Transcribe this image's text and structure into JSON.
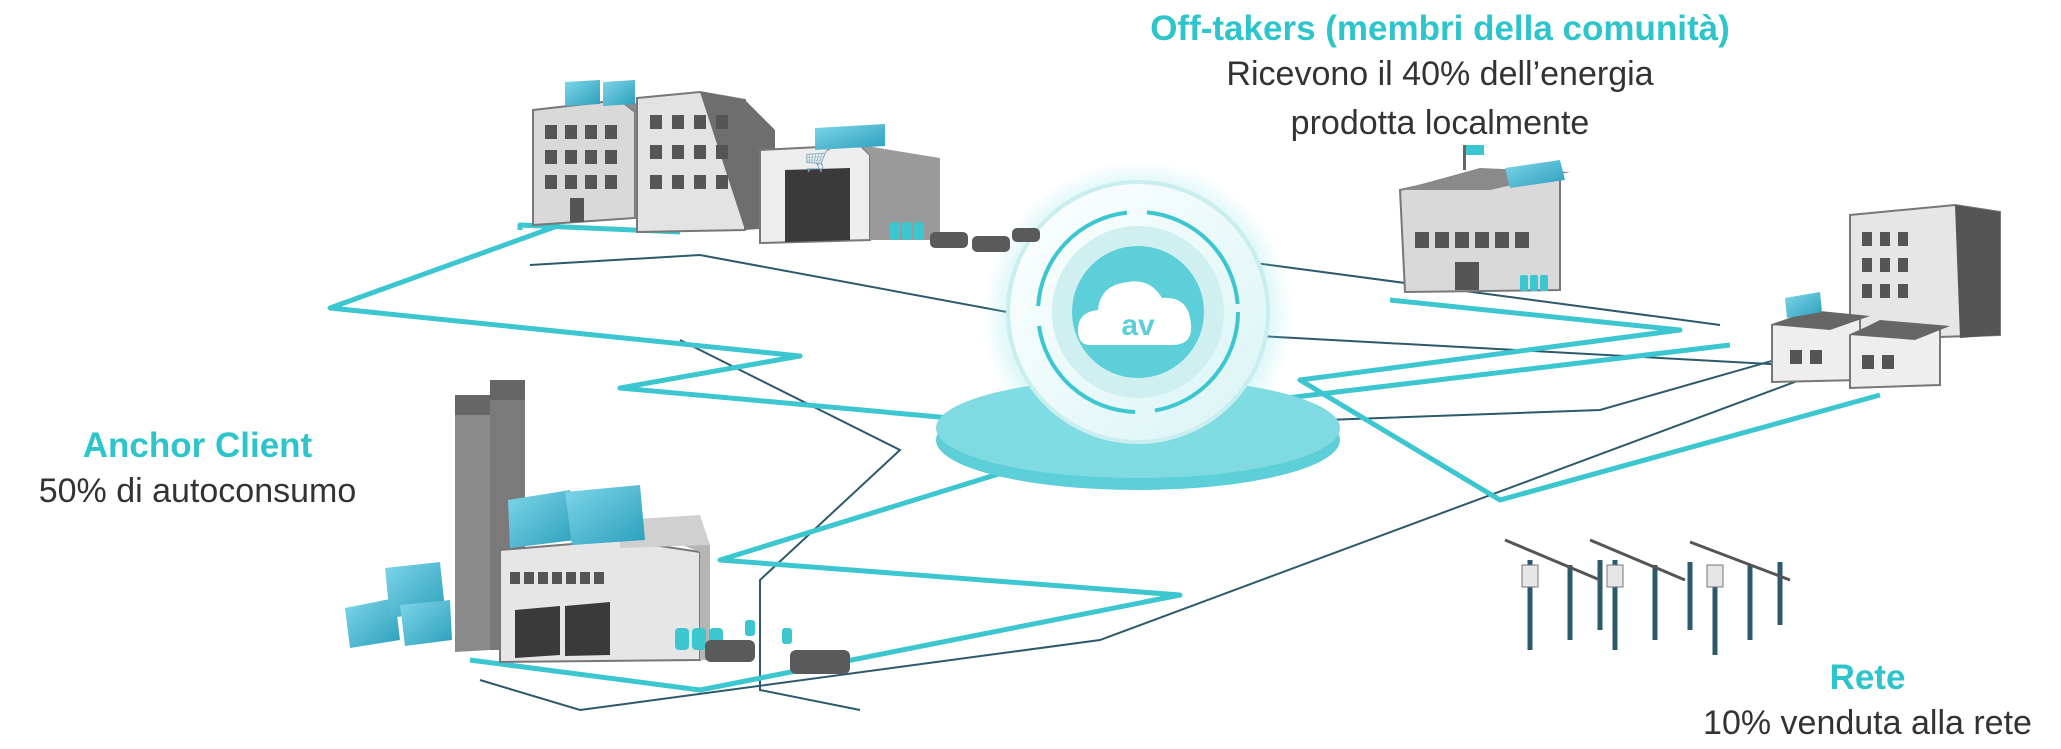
{
  "labels": {
    "offtakers": {
      "title": "Off-takers (membri della comunità)",
      "line1": "Ricevono il 40% dell’energia",
      "line2": "prodotta localmente"
    },
    "anchor": {
      "title": "Anchor Client",
      "line1": "50% di autoconsumo"
    },
    "rete": {
      "title": "Rete",
      "line1": "10% venduta alla rete"
    }
  },
  "colors": {
    "accent": "#2ec4cc",
    "line_dark": "#2d5a6b",
    "panel": "#3aa9c4",
    "building": "#d9d9d9"
  },
  "hub_icon": "cloud-logo-icon"
}
